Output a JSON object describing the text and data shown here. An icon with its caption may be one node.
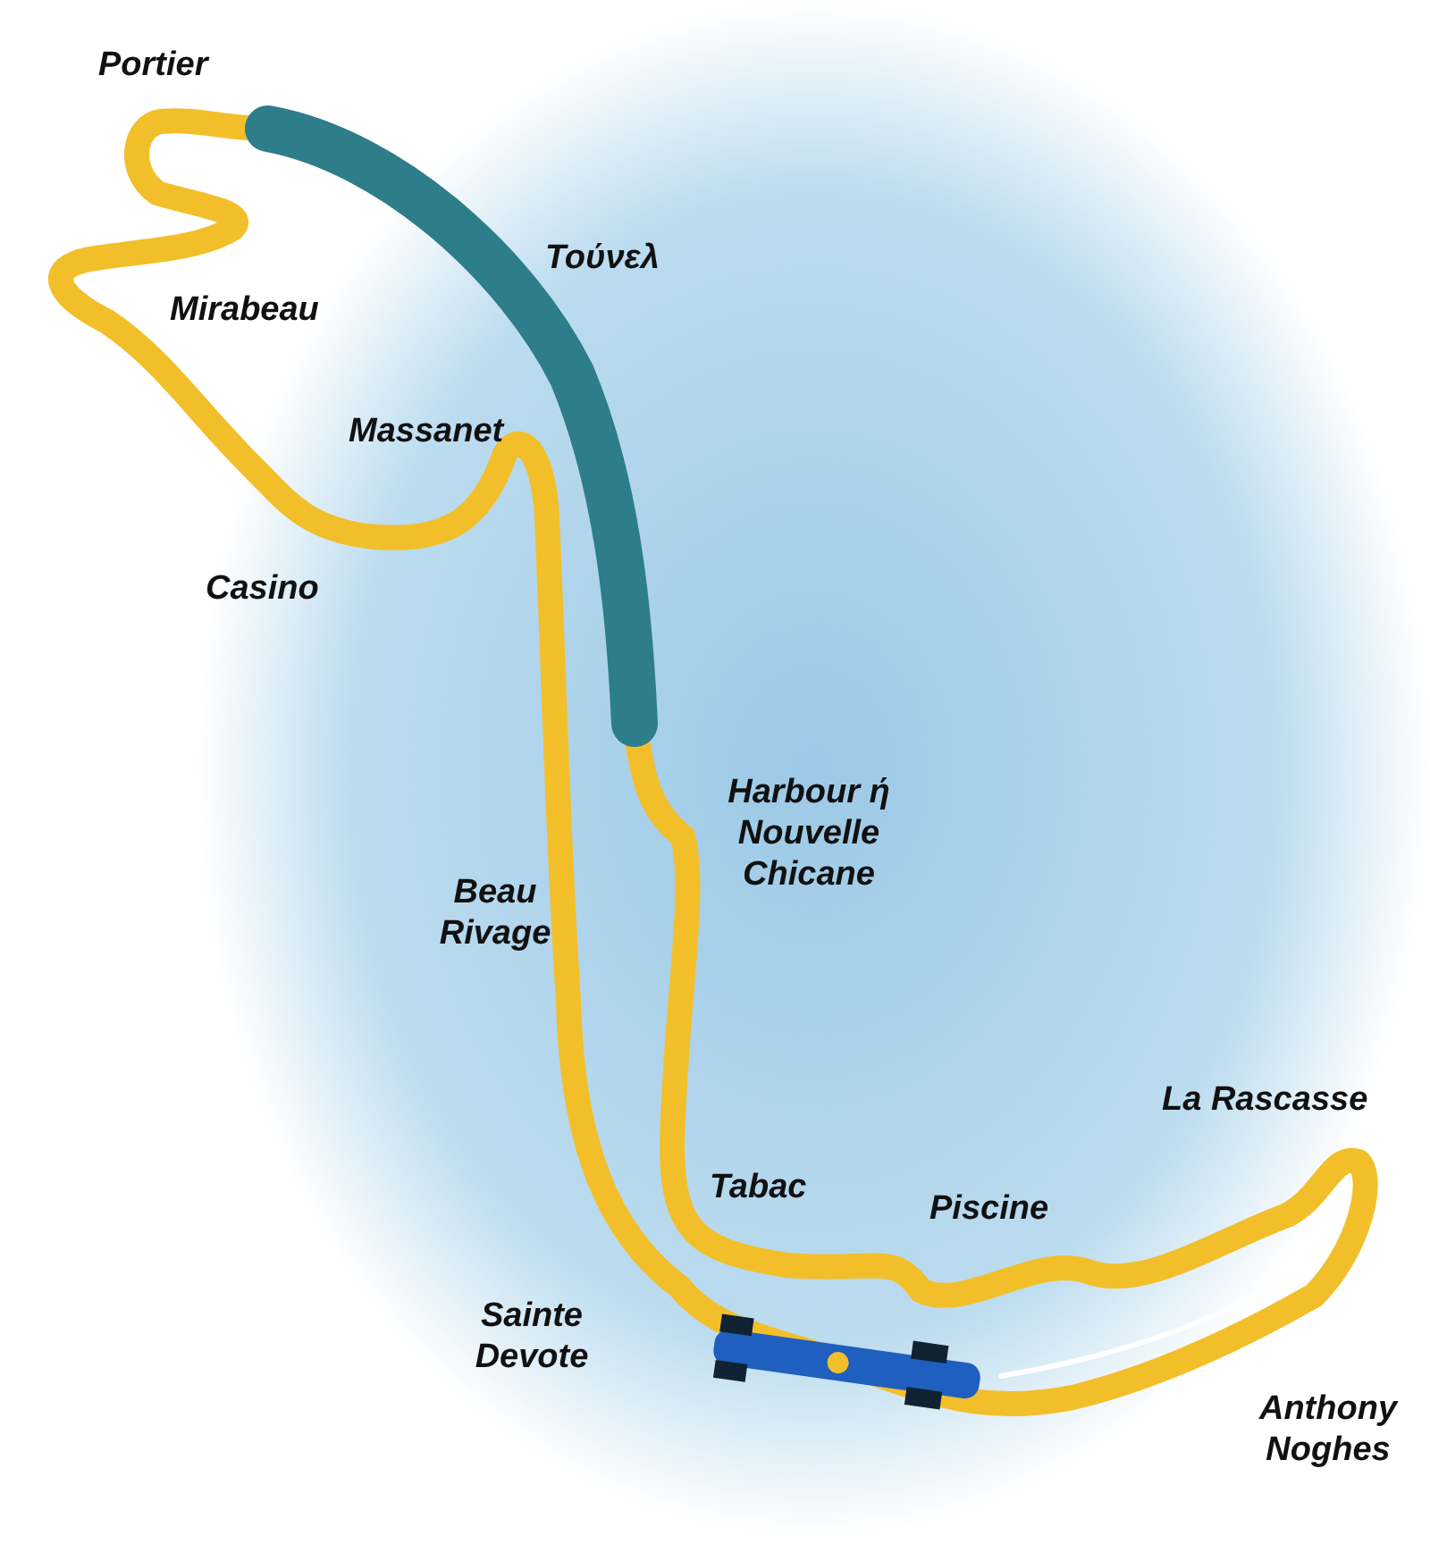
{
  "diagram": {
    "labels": [
      "Portier",
      "Τούνελ",
      "Mirabeau",
      "Massanet",
      "Casino",
      "Harbour ή Nouvelle Chicane",
      "Beau Rivage",
      "La Rascasse",
      "Tabac",
      "Piscine",
      "Sainte Devote",
      "Anthony Noghes"
    ]
  }
}
